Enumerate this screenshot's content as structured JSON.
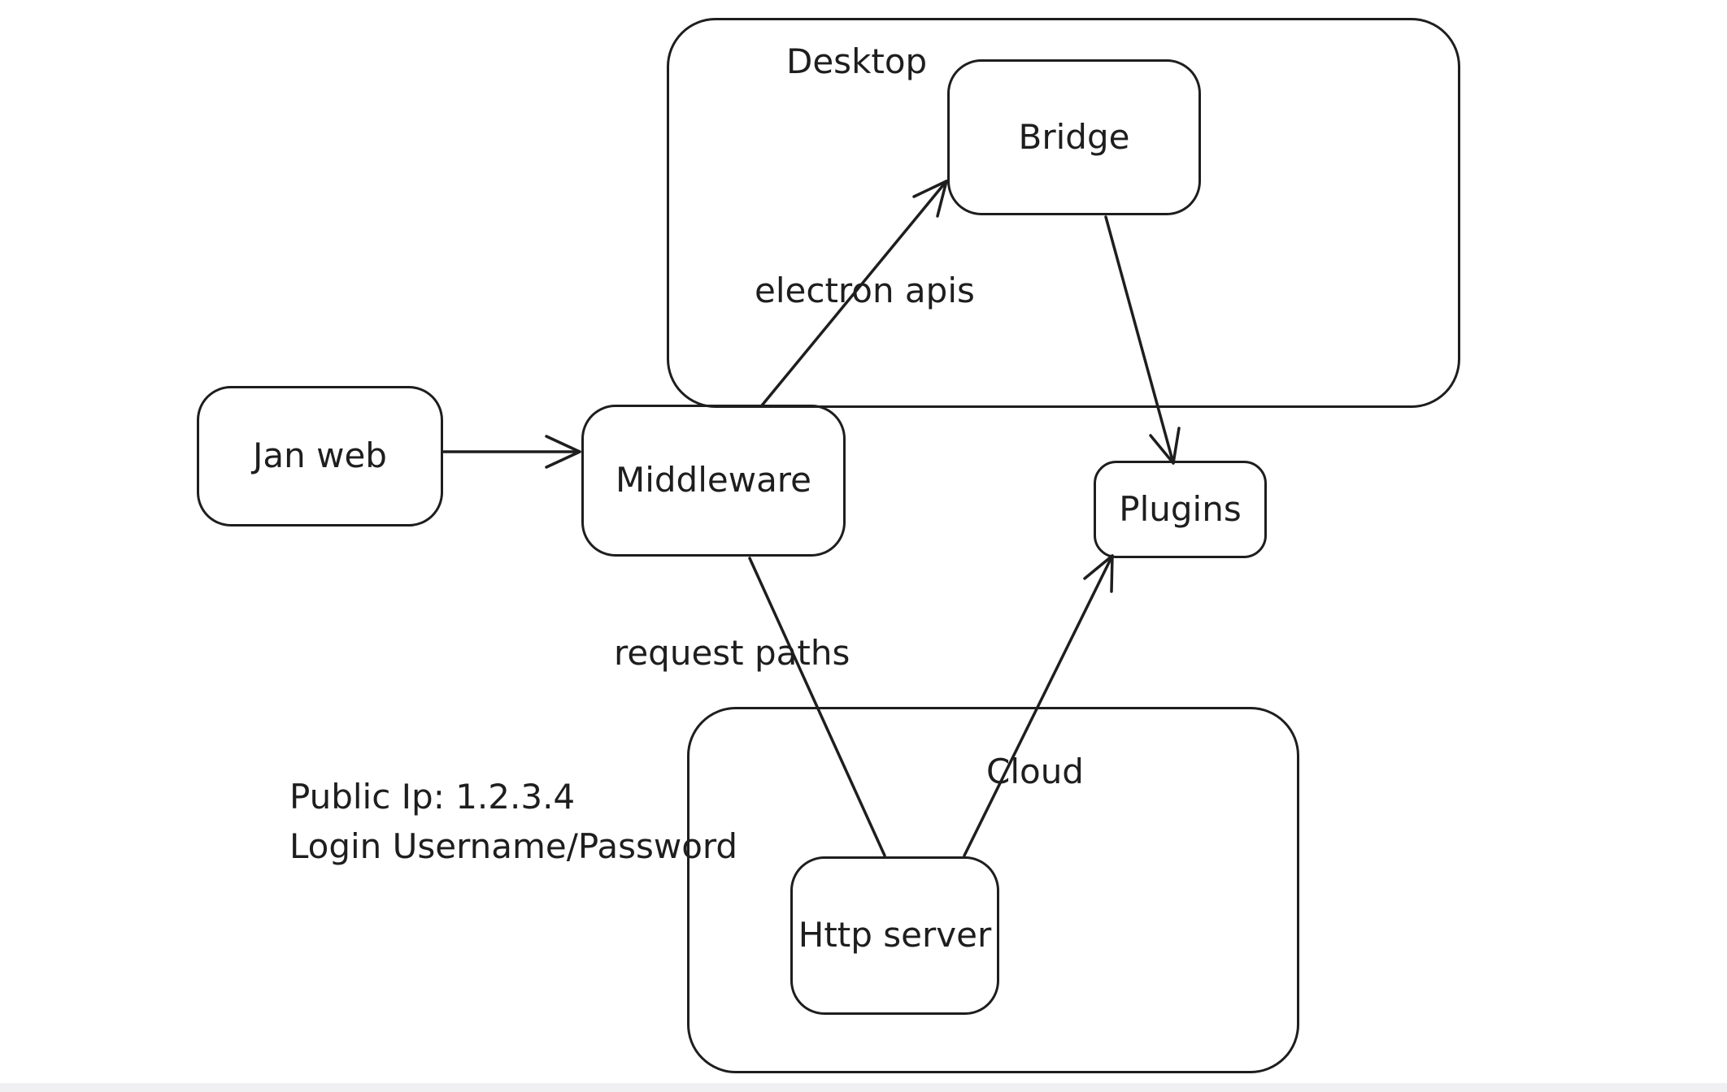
{
  "colors": {
    "stroke": "#1e1e1e",
    "bg": "#ffffff",
    "footer": "#f0f0f2"
  },
  "containers": {
    "desktop": {
      "label": "Desktop"
    },
    "cloud": {
      "label": "Cloud"
    }
  },
  "nodes": {
    "jan_web": {
      "label": "Jan web"
    },
    "middleware": {
      "label": "Middleware"
    },
    "bridge": {
      "label": "Bridge"
    },
    "plugins": {
      "label": "Plugins"
    },
    "http_server": {
      "label": "Http server"
    }
  },
  "edge_labels": {
    "electron_apis": {
      "text": "electron apis"
    },
    "request_paths": {
      "text": "request paths"
    }
  },
  "notes": {
    "credentials": {
      "line1": "Public Ip: 1.2.3.4",
      "line2": "Login Username/Password"
    }
  },
  "connectors": [
    {
      "name": "jan-web-to-middleware",
      "from": "jan_web",
      "to": "middleware",
      "arrowhead": "end"
    },
    {
      "name": "middleware-to-bridge",
      "from": "middleware",
      "to": "bridge",
      "label": "electron apis",
      "arrowhead": "end"
    },
    {
      "name": "bridge-to-plugins",
      "from": "bridge",
      "to": "plugins",
      "arrowhead": "end"
    },
    {
      "name": "middleware-to-http-server",
      "from": "middleware",
      "to": "http_server",
      "label": "request paths",
      "arrowhead": "none"
    },
    {
      "name": "http-server-to-plugins",
      "from": "http_server",
      "to": "plugins",
      "arrowhead": "end"
    }
  ]
}
